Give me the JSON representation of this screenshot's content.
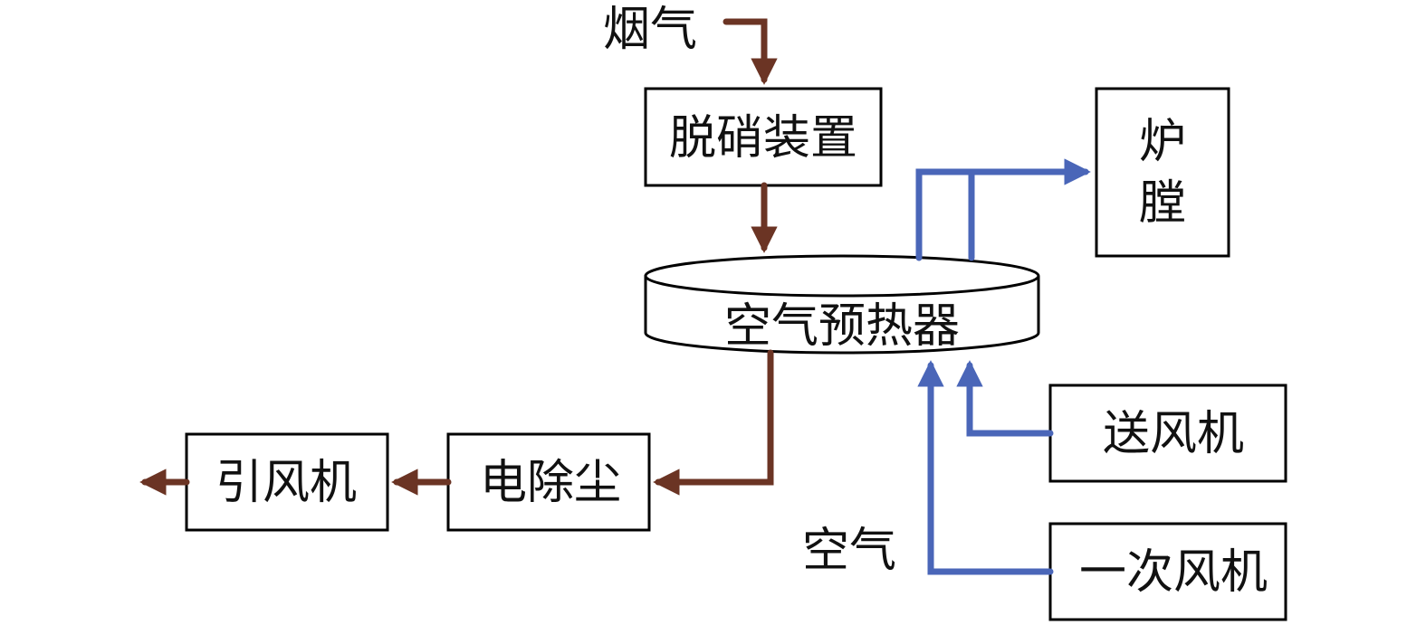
{
  "colors": {
    "flue_gas": "#6b3424",
    "air": "#4a66b8",
    "box_stroke": "#000000",
    "background": "#ffffff"
  },
  "nodes": {
    "denitrification": "脱硝装置",
    "furnace_line1": "炉",
    "furnace_line2": "膛",
    "air_preheater": "空气预热器",
    "forced_draft_fan": "送风机",
    "primary_air_fan": "一次风机",
    "electrostatic_precipitator": "电除尘",
    "induced_draft_fan": "引风机"
  },
  "labels": {
    "flue_gas_inlet": "烟气",
    "air_inlet": "空气"
  },
  "edges": [
    {
      "from": "烟气",
      "to": "脱硝装置",
      "stream": "flue_gas"
    },
    {
      "from": "脱硝装置",
      "to": "空气预热器",
      "stream": "flue_gas"
    },
    {
      "from": "空气预热器",
      "to": "电除尘",
      "stream": "flue_gas"
    },
    {
      "from": "电除尘",
      "to": "引风机",
      "stream": "flue_gas"
    },
    {
      "from": "引风机",
      "to": "outlet",
      "stream": "flue_gas"
    },
    {
      "from": "送风机",
      "to": "空气预热器",
      "stream": "air"
    },
    {
      "from": "一次风机",
      "to": "空气预热器",
      "stream": "air"
    },
    {
      "from": "空气预热器",
      "to": "炉膛",
      "stream": "air"
    }
  ]
}
